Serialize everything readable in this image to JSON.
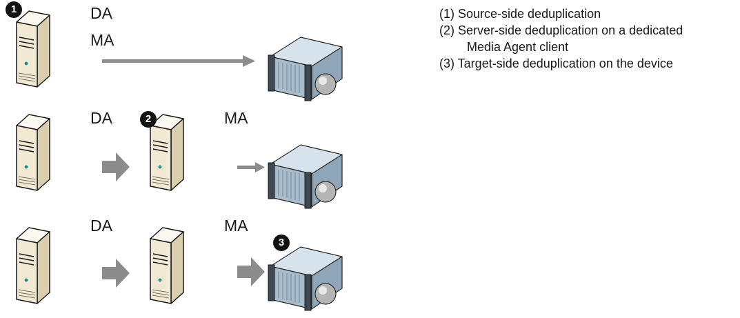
{
  "labels": {
    "da": "DA",
    "ma": "MA"
  },
  "badges": {
    "one": "1",
    "two": "2",
    "three": "3"
  },
  "legend": [
    {
      "text": "(1) Source-side deduplication"
    },
    {
      "text": "(2) Server-side deduplication on a dedicated",
      "text2": "Media Agent client"
    },
    {
      "text": "(3) Target-side deduplication on the device"
    }
  ],
  "colors": {
    "arrow": "#8c8c8c",
    "server_body": "#f1e9d3",
    "storage_body": "#a9bccc",
    "badge": "#111111"
  },
  "icons": [
    "server-icon",
    "storage-device-icon",
    "arrow-icon"
  ]
}
